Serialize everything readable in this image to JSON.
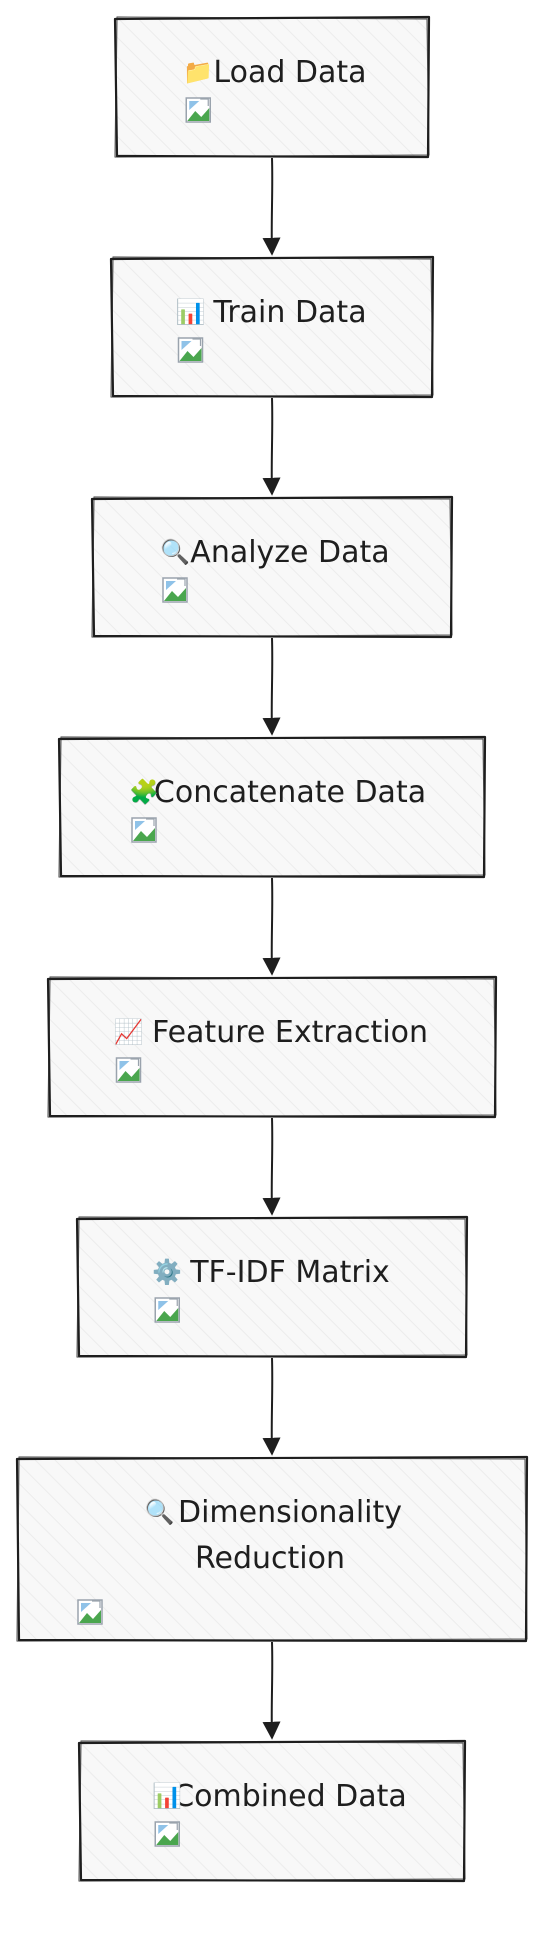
{
  "diagram": {
    "type": "flowchart",
    "direction": "top-to-bottom",
    "node_fill": "#f8f8f8",
    "node_stroke": "#1e1e1e",
    "edge_color": "#1e1e1e",
    "nodes": [
      {
        "id": "load-data",
        "icon": "folder-icon",
        "glyph": "📁",
        "lines": [
          "Load Data"
        ]
      },
      {
        "id": "train-data",
        "icon": "bar-chart-icon",
        "glyph": "📊",
        "lines": [
          "Train Data"
        ]
      },
      {
        "id": "analyze-data",
        "icon": "magnifier-icon",
        "glyph": "🔍",
        "lines": [
          "Analyze Data"
        ]
      },
      {
        "id": "concatenate-data",
        "icon": "puzzle-icon",
        "glyph": "🧩",
        "lines": [
          "Concatenate Data"
        ]
      },
      {
        "id": "feature-extraction",
        "icon": "line-chart-icon",
        "glyph": "📈",
        "lines": [
          "Feature Extraction"
        ]
      },
      {
        "id": "tfidf-matrix",
        "icon": "gear-icon",
        "glyph": "⚙️",
        "lines": [
          "TF-IDF Matrix"
        ]
      },
      {
        "id": "dimensionality-reduction",
        "icon": "magnifier-icon",
        "glyph": "🔍",
        "lines": [
          "Dimensionality",
          "Reduction"
        ]
      },
      {
        "id": "combined-data",
        "icon": "bar-chart-icon",
        "glyph": "📊",
        "lines": [
          "Combined Data"
        ]
      }
    ],
    "edges": [
      {
        "from": "load-data",
        "to": "train-data"
      },
      {
        "from": "train-data",
        "to": "analyze-data"
      },
      {
        "from": "analyze-data",
        "to": "concatenate-data"
      },
      {
        "from": "concatenate-data",
        "to": "feature-extraction"
      },
      {
        "from": "feature-extraction",
        "to": "tfidf-matrix"
      },
      {
        "from": "tfidf-matrix",
        "to": "dimensionality-reduction"
      },
      {
        "from": "dimensionality-reduction",
        "to": "combined-data"
      }
    ]
  }
}
